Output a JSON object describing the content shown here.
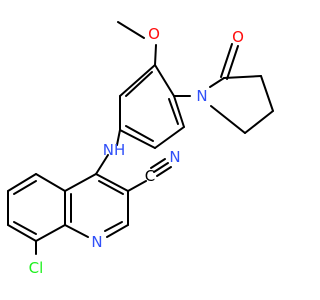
{
  "colors": {
    "background": "#ffffff",
    "bond": "#000000",
    "carbon": "#000000",
    "oxygen": "#ff0d0d",
    "nitrogen": "#3050f8",
    "chlorine": "#1ff01f"
  },
  "atoms": {
    "o_carbonyl": {
      "text": "O",
      "element": "oxygen"
    },
    "n_lactam": {
      "text": "N",
      "element": "nitrogen"
    },
    "o_methoxy": {
      "text": "O",
      "element": "oxygen"
    },
    "nh": {
      "text": "NH",
      "element": "nitrogen"
    },
    "nitrile_c": {
      "text": "C",
      "element": "carbon"
    },
    "nitrile_n": {
      "text": "N",
      "element": "nitrogen"
    },
    "n_quinoline": {
      "text": "N",
      "element": "nitrogen"
    },
    "cl": {
      "text": "Cl",
      "element": "chlorine"
    }
  }
}
